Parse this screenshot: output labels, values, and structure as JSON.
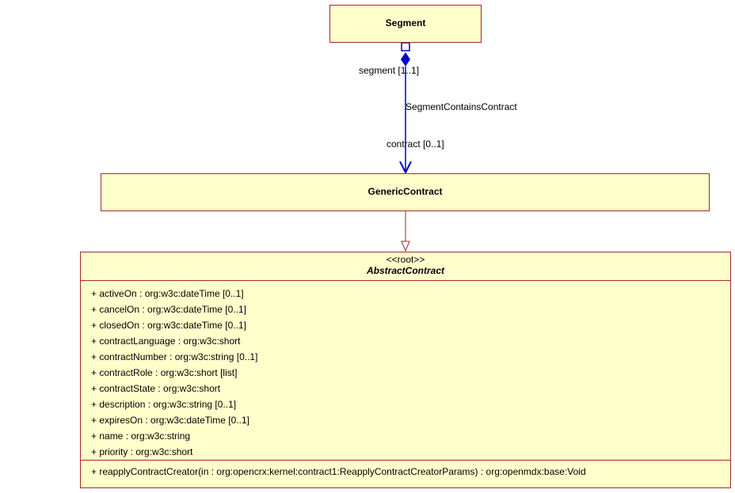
{
  "segment": {
    "name": "Segment"
  },
  "association": {
    "name": "SegmentContainsContract",
    "source_end": "segment [1..1]",
    "target_end": "contract [0..1]"
  },
  "generic_contract": {
    "name": "GenericContract"
  },
  "abstract_contract": {
    "stereotype": "<<root>>",
    "name": "AbstractContract",
    "attributes": [
      "+ activeOn : org:w3c:dateTime [0..1]",
      "+ cancelOn : org:w3c:dateTime [0..1]",
      "+ closedOn : org:w3c:dateTime [0..1]",
      "+ contractLanguage : org:w3c:short",
      "+ contractNumber : org:w3c:string [0..1]",
      "+ contractRole : org:w3c:short [list]",
      "+ contractState : org:w3c:short",
      "+ description : org:w3c:string [0..1]",
      "+ expiresOn : org:w3c:dateTime [0..1]",
      "+ name : org:w3c:string",
      "+ priority : org:w3c:short"
    ],
    "operations": [
      "+ reapplyContractCreator(in : org:opencrx:kernel:contract1:ReapplyContractCreatorParams) : org:openmdx:base:Void"
    ]
  },
  "colors": {
    "class_fill": "#ffffcc",
    "class_border": "#a52a2a",
    "association_line": "#0000cc",
    "generalization_line": "#a52a2a"
  }
}
